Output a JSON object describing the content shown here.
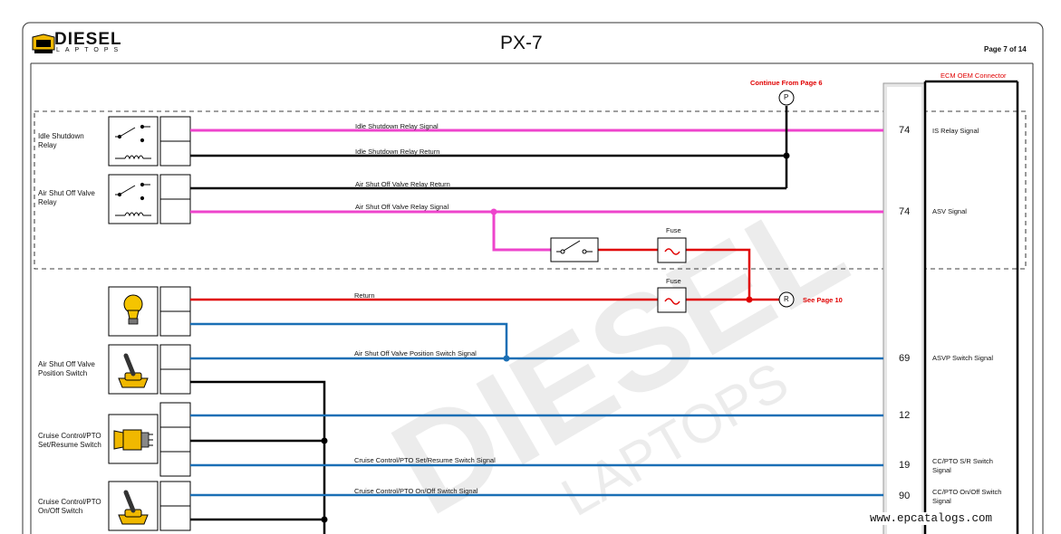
{
  "header": {
    "logo_word": "DIESEL",
    "logo_sub": "LAPTOPS",
    "title": "PX-7",
    "page_label": "Page 7 of 14"
  },
  "connector": {
    "label": "ECM OEM Connector"
  },
  "references": {
    "continue_from": "Continue From Page 6",
    "p_marker": "P",
    "r_marker": "R",
    "see_page": "See Page 10"
  },
  "components": [
    {
      "label": "Idle Shutdown\nRelay",
      "icon": "relay-icon"
    },
    {
      "label": "Air Shut Off Valve\nRelay",
      "icon": "relay-icon"
    },
    {
      "label": "",
      "icon": "lamp-icon"
    },
    {
      "label": "Air Shut Off Valve\nPosition Switch",
      "icon": "toggle-switch-icon"
    },
    {
      "label": "Cruise Control/PTO\nSet/Resume Switch",
      "icon": "rocker-switch-icon"
    },
    {
      "label": "Cruise Control/PTO\nOn/Off Switch",
      "icon": "toggle-switch-icon"
    }
  ],
  "wires": {
    "idle_sig": "Idle Shutdown Relay Signal",
    "idle_ret": "Idle Shutdown Relay Return",
    "asv_ret": "Air Shut Off Valve Relay Return",
    "asv_sig": "Air Shut Off Valve Relay Signal",
    "return": "Return",
    "asvp": "Air Shut Off Valve Position Switch Signal",
    "ccsr": "Cruise Control/PTO Set/Resume Switch Signal",
    "ccoo": "Cruise Control/PTO On/Off Switch Signal"
  },
  "fuses": [
    "Fuse",
    "Fuse"
  ],
  "pins": [
    {
      "num": "74",
      "signal": "IS Relay Signal"
    },
    {
      "num": "74",
      "signal": "ASV Signal"
    },
    {
      "num": "69",
      "signal": "ASVP Switch Signal"
    },
    {
      "num": "12",
      "signal": ""
    },
    {
      "num": "19",
      "signal": "CC/PTO S/R Switch\nSignal"
    },
    {
      "num": "90",
      "signal": "CC/PTO On/Off Switch\nSignal"
    }
  ],
  "watermark_url": "www.epcatalogs.com",
  "colors": {
    "magenta": "#ee44cc",
    "red": "#e00000",
    "blue": "#1a6fb5",
    "black": "#000000",
    "lamp_yellow": "#f5c400",
    "switch_yellow": "#f0b800"
  }
}
